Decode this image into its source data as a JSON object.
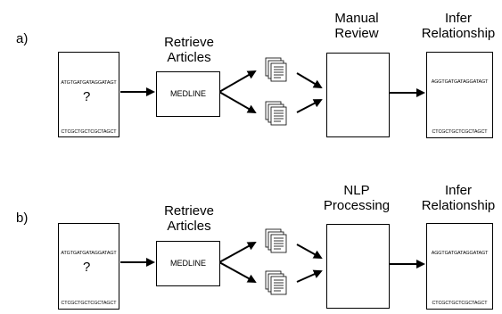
{
  "panel_a": {
    "tag": "a)",
    "retrieve_line1": "Retrieve",
    "retrieve_line2": "Articles",
    "review_line1": "Manual",
    "review_line2": "Review",
    "infer_line1": "Infer",
    "infer_line2": "Relationship",
    "medline": "MEDLINE",
    "seq_top": "ATGTGATGATAGGATAGT",
    "seq_bottom": "CTCGCTGCTCGCTAGCT",
    "qmark": "?",
    "infer_seq_top": "AGGTGATGATAGGATAGT",
    "infer_seq_bottom": "CTCGCTGCTCGCTAGCT"
  },
  "panel_b": {
    "tag": "b)",
    "retrieve_line1": "Retrieve",
    "retrieve_line2": "Articles",
    "nlp_line1": "NLP",
    "nlp_line2": "Processing",
    "infer_line1": "Infer",
    "infer_line2": "Relationship",
    "medline": "MEDLINE",
    "seq_top": "ATGTGATGATAGGATAGT",
    "seq_bottom": "CTCGCTGCTCGCTAGCT",
    "qmark": "?",
    "infer_seq_top": "AGGTGATGATAGGATAGT",
    "infer_seq_bottom": "CTCGCTGCTCGCTAGCT"
  }
}
